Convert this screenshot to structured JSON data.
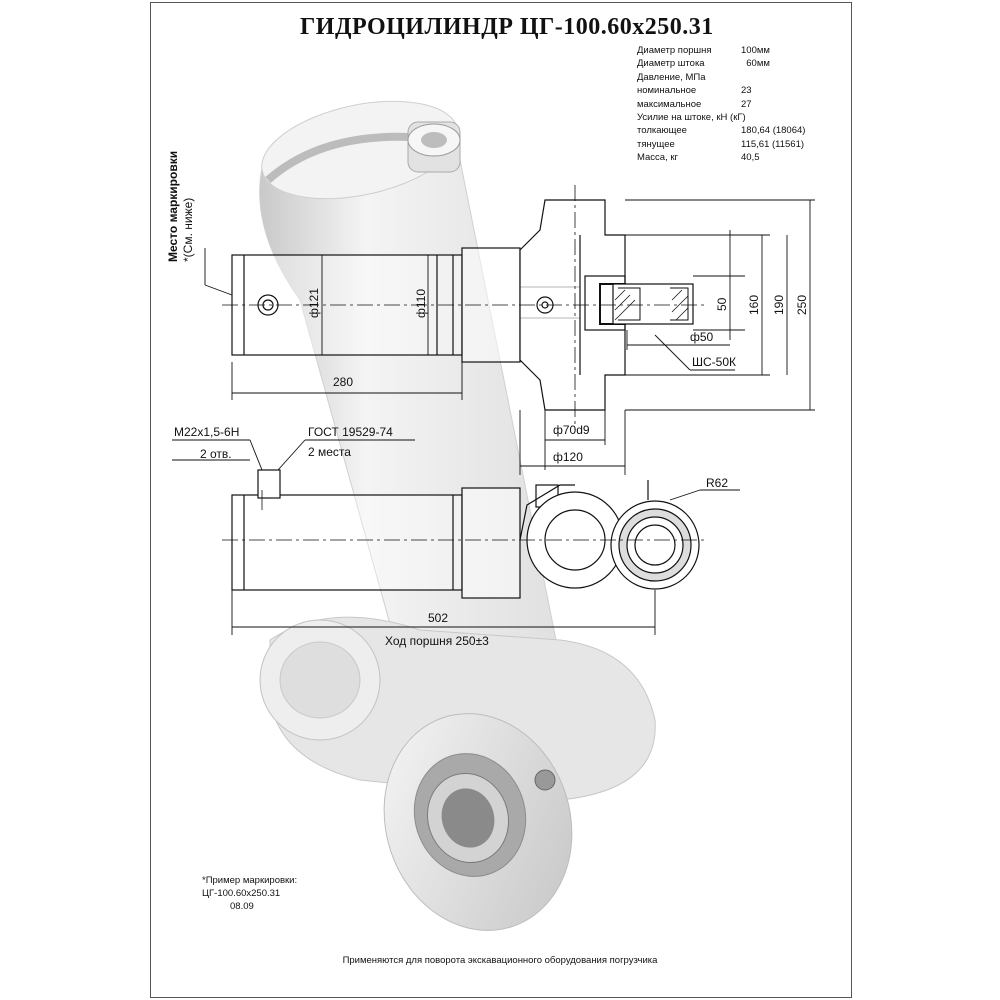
{
  "title": "ГИДРОЦИЛИНДР ЦГ-100.60х250.31",
  "specs": [
    {
      "key": "Диаметр поршня",
      "value": "100мм"
    },
    {
      "key": "Диаметр штока",
      "value": "  60мм"
    },
    {
      "key": "Давление, МПа",
      "value": ""
    },
    {
      "key": "номинальное",
      "value": "23"
    },
    {
      "key": "максимальное",
      "value": "27"
    },
    {
      "key": "Усилие на штоке, кН (кГ)",
      "value": ""
    },
    {
      "key": "толкающее",
      "value": "180,64 (18064)"
    },
    {
      "key": "тянущее",
      "value": "115,61 (11561)"
    },
    {
      "key": "Масса, кг",
      "value": "40,5"
    }
  ],
  "marking_place": {
    "line1": "Место маркировки",
    "line2": "*(См. ниже)"
  },
  "dimensions": {
    "d121": "ф121",
    "d110": "ф110",
    "d280": "280",
    "d50": "50",
    "d160": "160",
    "d190": "190",
    "d250": "250",
    "phi50": "ф50",
    "shs": "ШС-50К",
    "phi70": "ф70d9",
    "phi120": "ф120",
    "thread": "М22х1,5-6Н",
    "holes": "2 отв.",
    "gost": "ГОСТ 19529-74",
    "places": "2 места",
    "r62": "R62",
    "d502": "502",
    "stroke": "Ход поршня 250±3"
  },
  "example": {
    "heading": "*Пример маркировки:",
    "code": "ЦГ-100.60х250.31",
    "date": "08.09"
  },
  "footer": "Применяются для поворота экскавационного оборудования погрузчика"
}
